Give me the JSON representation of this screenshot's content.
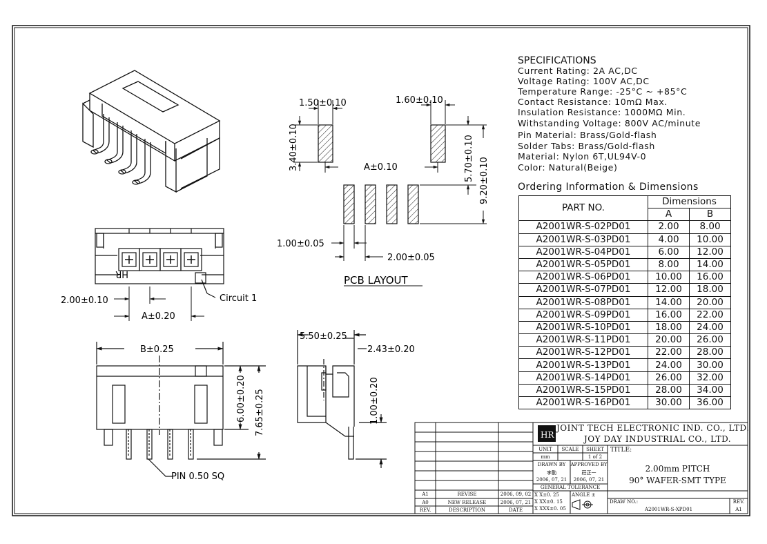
{
  "drawing_views": {
    "pcb_layout_caption": "PCB LAYOUT",
    "pcb_dims": {
      "pad_width_top_left": "1.50±0.10",
      "pad_width_top_right": "1.60±0.10",
      "pad_height_left": "3.40±0.10",
      "pitch_a": "A±0.10",
      "pad_height_right": "5.70±0.10",
      "overall_height": "9.20±0.10",
      "pin_pad_width": "1.00±0.05",
      "pin_pitch": "2.00±0.05"
    },
    "top_view_dims": {
      "pitch": "2.00±0.10",
      "span_a": "A±0.20",
      "circuit_label": "Circuit 1",
      "mark": "HR"
    },
    "front_view_dims": {
      "width_b": "B±0.25",
      "height_body": "6.00±0.20",
      "height_total": "7.65±0.25",
      "pin_label": "PIN 0.50 SQ"
    },
    "side_view_dims": {
      "depth": "5.50±0.25",
      "offset": "2.43±0.20",
      "pin_height": "1.00±0.20"
    }
  },
  "specifications": {
    "title": "SPECIFICATIONS",
    "lines": [
      "Current Rating: 2A AC,DC",
      "Voltage Rating: 100V AC,DC",
      "Temperature Range: -25°C ~ +85°C",
      "Contact Resistance: 10mΩ Max.",
      "Insulation Resistance: 1000MΩ Min.",
      "Withstanding Voltage: 800V AC/minute",
      "Pin Material: Brass/Gold-flash",
      "Solder Tabs: Brass/Gold-flash",
      "Material: Nylon 6T,UL94V-0",
      "Color: Natural(Beige)"
    ]
  },
  "ordering": {
    "title": "Ordering Information & Dimensions",
    "part_no_header": "PART NO.",
    "dimensions_header": "Dimensions",
    "col_a": "A",
    "col_b": "B",
    "rows": [
      [
        "A2001WR-S-02PD01",
        "2.00",
        "8.00"
      ],
      [
        "A2001WR-S-03PD01",
        "4.00",
        "10.00"
      ],
      [
        "A2001WR-S-04PD01",
        "6.00",
        "12.00"
      ],
      [
        "A2001WR-S-05PD01",
        "8.00",
        "14.00"
      ],
      [
        "A2001WR-S-06PD01",
        "10.00",
        "16.00"
      ],
      [
        "A2001WR-S-07PD01",
        "12.00",
        "18.00"
      ],
      [
        "A2001WR-S-08PD01",
        "14.00",
        "20.00"
      ],
      [
        "A2001WR-S-09PD01",
        "16.00",
        "22.00"
      ],
      [
        "A2001WR-S-10PD01",
        "18.00",
        "24.00"
      ],
      [
        "A2001WR-S-11PD01",
        "20.00",
        "26.00"
      ],
      [
        "A2001WR-S-12PD01",
        "22.00",
        "28.00"
      ],
      [
        "A2001WR-S-13PD01",
        "24.00",
        "30.00"
      ],
      [
        "A2001WR-S-14PD01",
        "26.00",
        "32.00"
      ],
      [
        "A2001WR-S-15PD01",
        "28.00",
        "34.00"
      ],
      [
        "A2001WR-S-16PD01",
        "30.00",
        "36.00"
      ]
    ]
  },
  "title_block": {
    "company_1": "JOINT TECH ELECTRONIC IND. CO., LTD.",
    "company_2": "JOY DAY INDUSTRIAL CO., LTD.",
    "logo_text": "HR",
    "unit_label": "UNIT",
    "unit_value": "mm",
    "scale_label": "SCALE",
    "sheet_label": "SHEET",
    "sheet_value": "1 of 2",
    "drawn_by_label": "DRAWN BY",
    "drawn_by_name": "李勤",
    "drawn_by_date": "2006, 07, 21",
    "approved_by_label": "APPROVED BY",
    "approved_by_name": "莊正一",
    "approved_by_date": "2006, 07, 21",
    "title_label": "TITLE:",
    "title_line_1": "2.00mm PITCH",
    "title_line_2": "90° WAFER-SMT TYPE",
    "tolerance_label": "GENERAL TOLERANCE",
    "tol_1": "X X±0. 25",
    "tol_2": "X XX±0. 15",
    "tol_3": "X XXX±0. 05",
    "angle_label": "ANGLE ±",
    "drawing_no_label": "DRAW NO.:",
    "drawing_no": "A2001WR-S-XPD01",
    "rev_label": "REV.",
    "rev_value": "A1",
    "revisions": [
      {
        "rev": "A1",
        "desc": "REVISE",
        "date": "2006, 09, 02"
      },
      {
        "rev": "A0",
        "desc": "NEW RELEASE",
        "date": "2006, 07, 21"
      }
    ],
    "rev_header": "REV.",
    "desc_header": "DESCRIPTION",
    "date_header": "DATE"
  }
}
